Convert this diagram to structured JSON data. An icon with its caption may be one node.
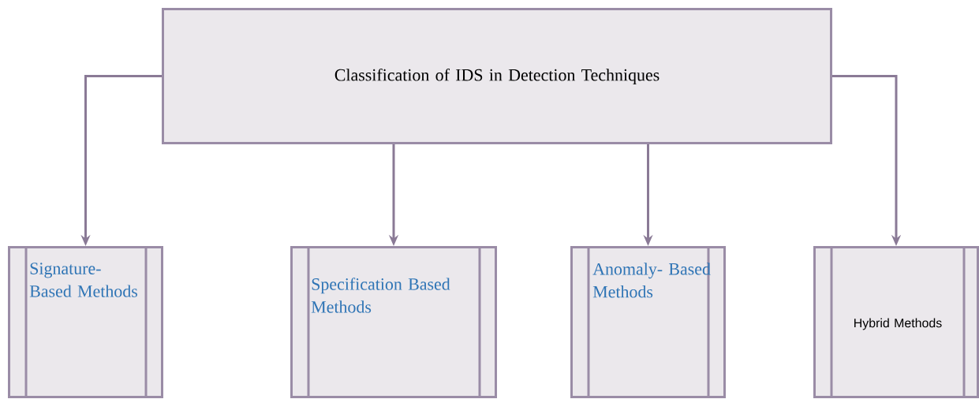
{
  "diagram": {
    "nodes": [
      {
        "text": [
          "Classification of IDS in Detection Techniques"
        ]
      },
      {
        "text": [
          "Signature- Based Methods"
        ]
      },
      {
        "text": [
          "Specification Based Methods"
        ]
      },
      {
        "text": [
          "Anomaly- Based Methods"
        ]
      },
      {
        "text": [
          "Hybrid Methods"
        ]
      }
    ],
    "edges": [
      {
        "from": 0,
        "to": 1,
        "arrow": "to"
      },
      {
        "from": 0,
        "to": 2,
        "arrow": "to"
      },
      {
        "from": 0,
        "to": 3,
        "arrow": "to"
      },
      {
        "from": 0,
        "to": 4,
        "arrow": "to"
      }
    ]
  }
}
